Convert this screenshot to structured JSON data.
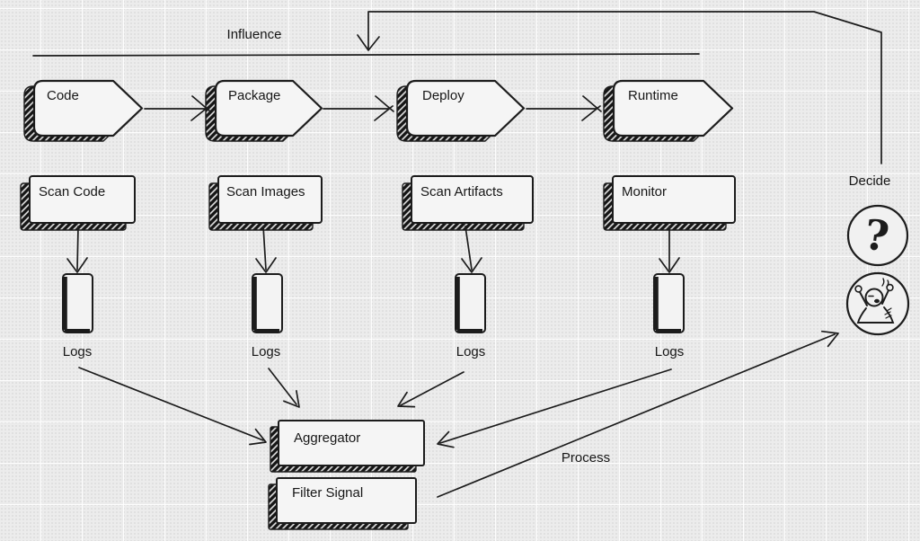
{
  "colors": {
    "background": "#ececec",
    "ink": "#1c1c1c",
    "shape_fill": "#f5f5f5",
    "grid_line": "#f8f8f8",
    "grid_dot": "#dcdcdc"
  },
  "labels": {
    "influence": "Influence",
    "decide": "Decide",
    "process": "Process"
  },
  "pipeline": {
    "stages": [
      {
        "label": "Code"
      },
      {
        "label": "Package"
      },
      {
        "label": "Deploy"
      },
      {
        "label": "Runtime"
      }
    ]
  },
  "scanners": {
    "boxes": [
      {
        "label": "Scan Code"
      },
      {
        "label": "Scan Images"
      },
      {
        "label": "Scan Artifacts"
      },
      {
        "label": "Monitor"
      }
    ]
  },
  "logs": {
    "items": [
      {
        "label": "Logs"
      },
      {
        "label": "Logs"
      },
      {
        "label": "Logs"
      },
      {
        "label": "Logs"
      }
    ]
  },
  "processing": {
    "aggregator_label": "Aggregator",
    "filter_signal_label": "Filter Signal"
  },
  "icons": {
    "question_mark": "?",
    "panic_person": "panicking-person-icon"
  }
}
